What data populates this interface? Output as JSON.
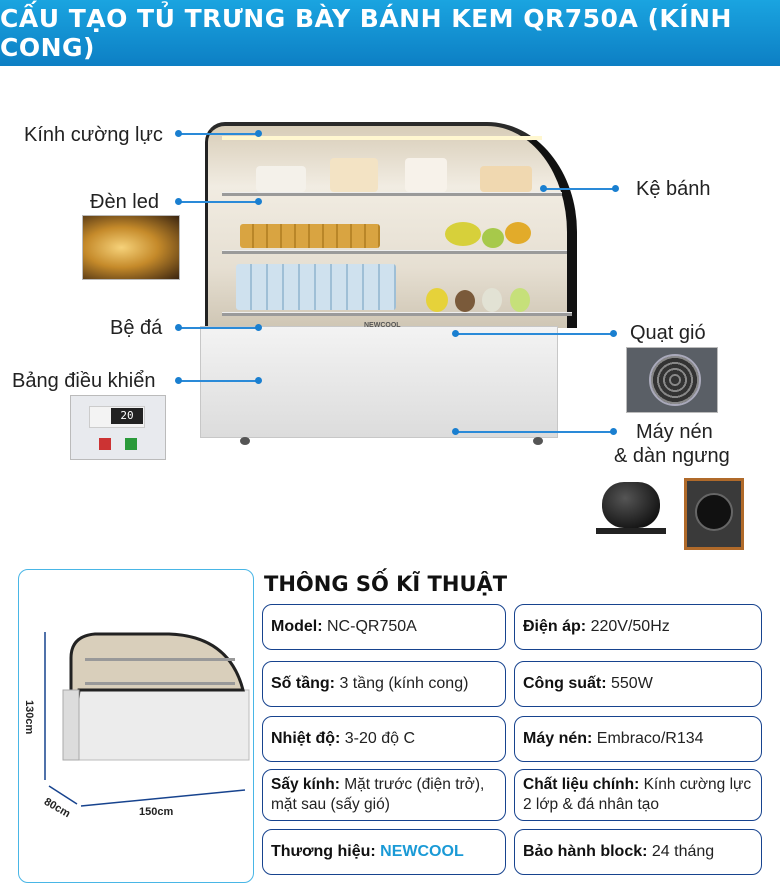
{
  "header": {
    "title": "Cấu tạo tủ trưng bày bánh kem QR750A (kính cong)"
  },
  "labels": {
    "kinh": "Kính cường lực",
    "den": "Đèn led",
    "be": "Bệ đá",
    "bang": "Bảng điều khiển",
    "ke": "Kệ bánh",
    "quat": "Quạt gió",
    "may_nen_1": "Máy nén",
    "may_nen_2": "& dàn ngưng"
  },
  "control_panel_display": "20",
  "fridge_logo": "NEWCOOL",
  "dimensions": {
    "height": "130cm",
    "depth": "80cm",
    "width": "150cm"
  },
  "specs": {
    "title": "THÔNG SỐ KĨ THUẬT",
    "model_label": "Model:",
    "model_value": "NC-QR750A",
    "voltage_label": "Điện áp:",
    "voltage_value": "220V/50Hz",
    "floors_label": "Số tầng:",
    "floors_value": "3 tầng (kính cong)",
    "power_label": "Công suất:",
    "power_value": "550W",
    "temp_label": "Nhiệt độ:",
    "temp_value": "3-20 độ C",
    "compressor_label": "Máy nén:",
    "compressor_value": "Embraco/R134",
    "heating_label": "Sấy kính:",
    "heating_value": "Mặt trước (điện trở), mặt sau (sấy gió)",
    "material_label": "Chất liệu chính:",
    "material_value": "Kính cường lực 2 lớp & đá nhân tạo",
    "brand_label": "Thương hiệu:",
    "brand_value": "NEWCOOL",
    "warranty_label": "Bảo hành block:",
    "warranty_value": "24 tháng"
  },
  "colors": {
    "banner": "#0d7fc4",
    "accent": "#1a9ad6",
    "box_border": "#17438e",
    "pointer": "#2a8ad8"
  }
}
